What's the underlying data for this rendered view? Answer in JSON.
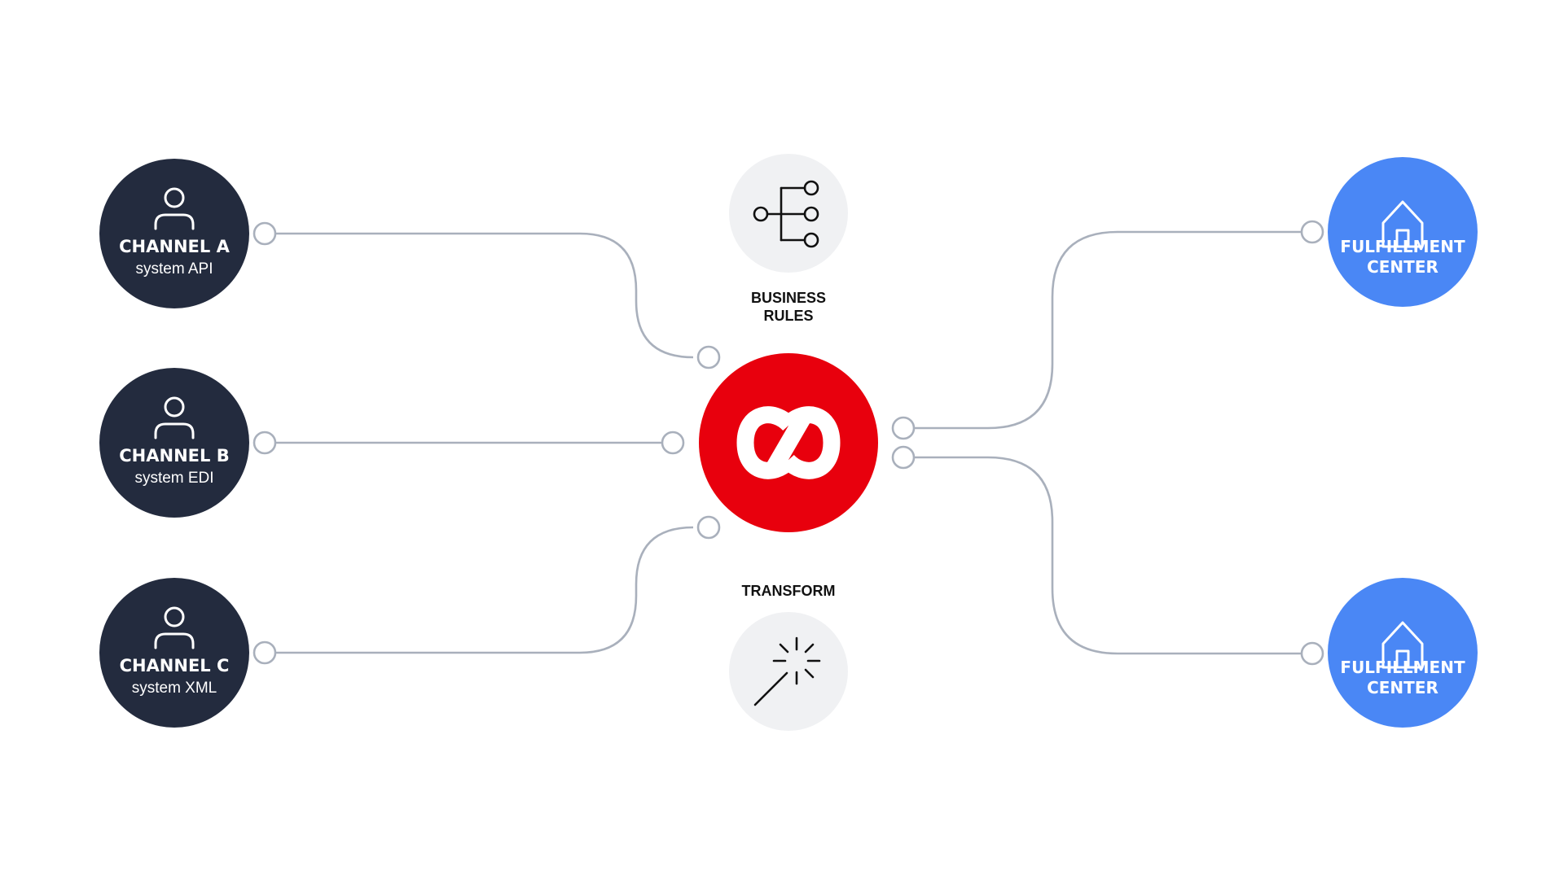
{
  "channels": [
    {
      "name": "CHANNEL",
      "letter": "A",
      "system": "system API"
    },
    {
      "name": "CHANNEL",
      "letter": "B",
      "system": "system EDI"
    },
    {
      "name": "CHANNEL",
      "letter": "C",
      "system": "system XML"
    }
  ],
  "fulfillment": [
    {
      "line1": "FULFILLMENT",
      "line2": "CENTER"
    },
    {
      "line1": "FULFILLMENT",
      "line2": "CENTER"
    }
  ],
  "business_rules": {
    "line1": "BUSINESS",
    "line2": "RULES",
    "icon": "hierarchy-tree-icon"
  },
  "transform": {
    "label": "TRANSFORM",
    "icon": "magic-wand-icon"
  },
  "hub": {
    "icon": "link-logo-icon"
  },
  "colors": {
    "channel_fill": "#232b3e",
    "fulfillment_fill": "#4a87f5",
    "hub_fill": "#e8000d",
    "tool_fill": "#f0f1f3",
    "wire": "#a9b0bc"
  }
}
